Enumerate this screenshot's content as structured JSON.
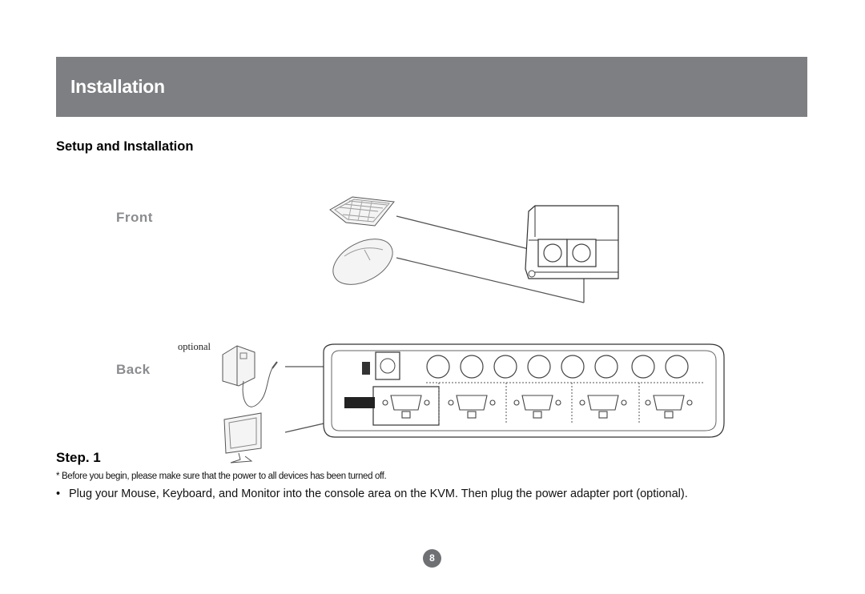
{
  "header": {
    "title": "Installation"
  },
  "section": {
    "heading": "Setup and Installation"
  },
  "diagram": {
    "front_label": "Front",
    "back_label": "Back",
    "optional_label": "optional"
  },
  "step": {
    "title": "Step. 1",
    "note": "* Before you begin, please make sure that the power to all devices has been turned off.",
    "bullet": "•",
    "instruction": "Plug your Mouse, Keyboard, and Monitor into the console area on the KVM.  Then plug the power adapter port (optional)."
  },
  "footer": {
    "page_number": "8"
  },
  "colors": {
    "banner": "#7d7f82",
    "label_gray": "#8a8c8f",
    "badge": "#6e7073"
  }
}
